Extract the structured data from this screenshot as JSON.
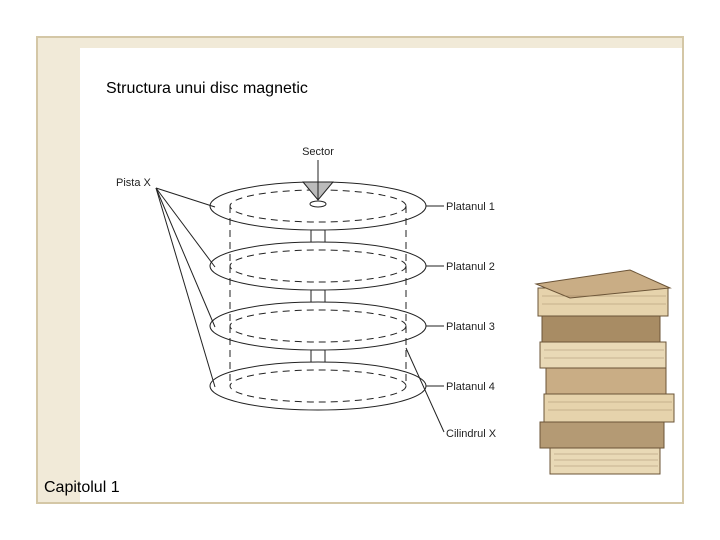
{
  "slide": {
    "title": "Structura unui disc magnetic",
    "footer": "Capitolul 1"
  },
  "diagram": {
    "sector_label": "Sector",
    "track_label": "Pista X",
    "platters": [
      "Platanul 1",
      "Platanul 2",
      "Platanul 3",
      "Platanul 4"
    ],
    "cylinder_label": "Cilindrul X"
  },
  "decoration": {
    "image": "stack-of-books",
    "colors": {
      "border": "#d4c7a6",
      "band": "#f1ead8",
      "book_page": "#e9d9b6",
      "book_cover": "#a88c64"
    }
  }
}
